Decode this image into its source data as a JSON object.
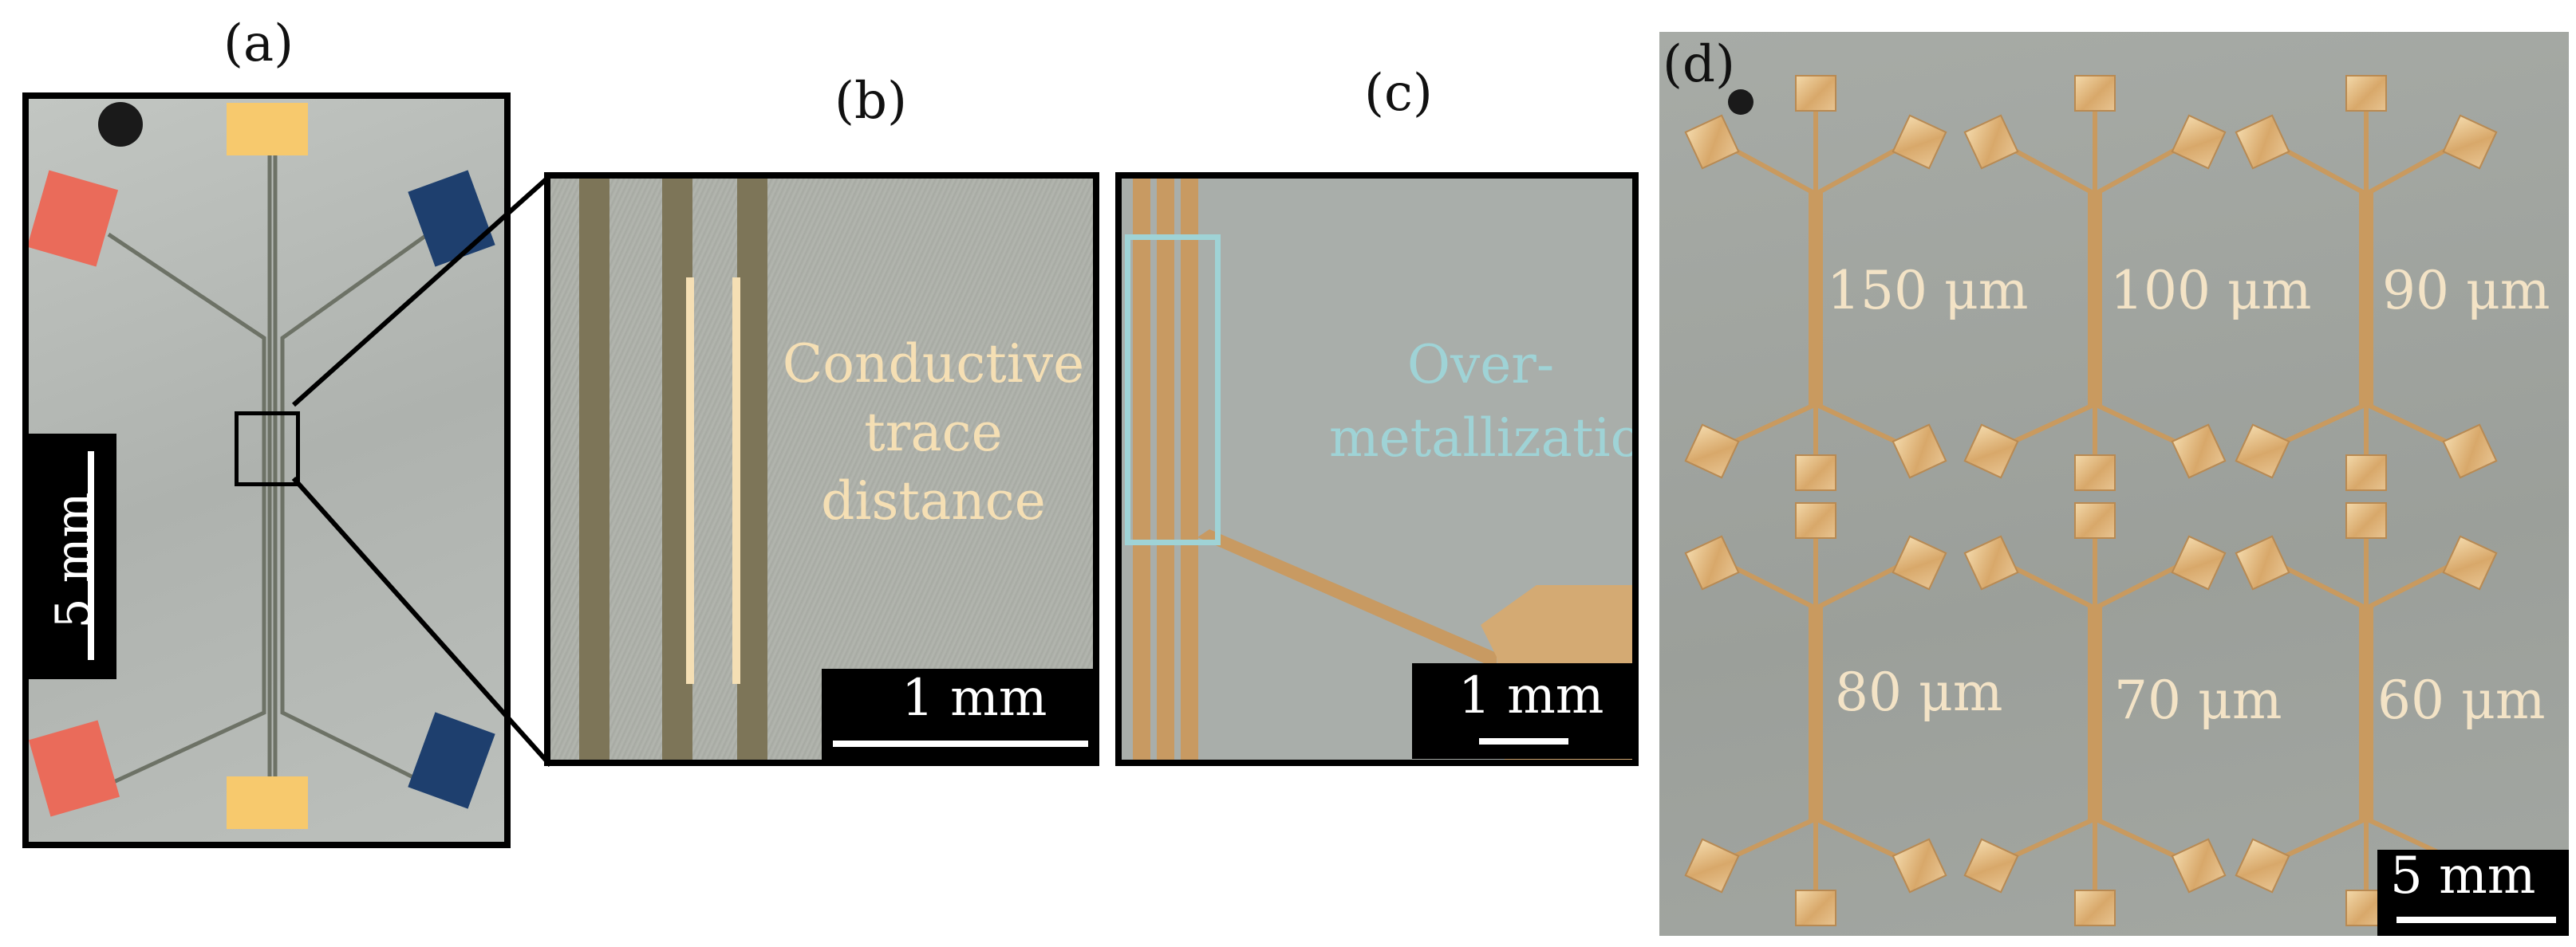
{
  "panels": {
    "a": {
      "label": "(a)",
      "scale": "5 mm"
    },
    "b": {
      "label": "(b)",
      "annotation": [
        "Conductive",
        "trace",
        "distance"
      ],
      "scale": "1 mm"
    },
    "c": {
      "label": "(c)",
      "annotation": [
        "Over-",
        "metallization"
      ],
      "scale": "1 mm"
    },
    "d": {
      "label": "(d)",
      "scale": "5 mm",
      "sizes": [
        "150 μm",
        "100 μm",
        "90 μm",
        "80 μm",
        "70 μm",
        "60 μm"
      ]
    }
  },
  "colors": {
    "pad_red": "#ea6b5a",
    "pad_yellow": "#f7c96d",
    "pad_blue": "#1e3f6e",
    "annotation_cream": "#f5dfb4",
    "annotation_cyan": "#9fd3d6"
  }
}
